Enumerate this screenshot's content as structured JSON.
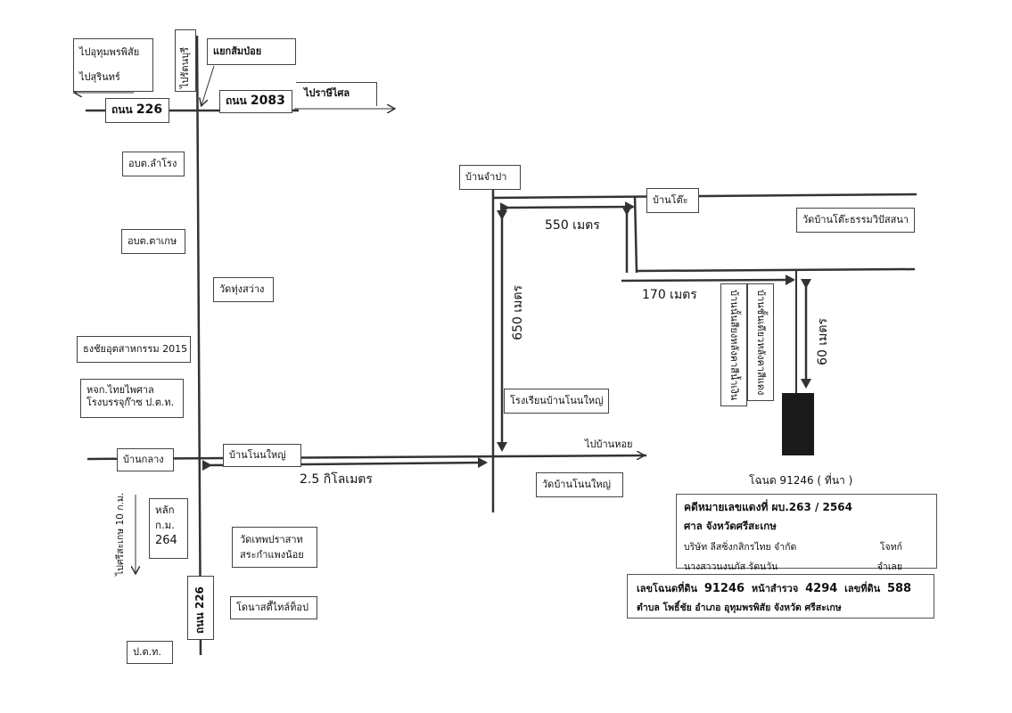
{
  "map": {
    "labels": {
      "to_uthumphon": "ไปอุทุมพรพิสัย",
      "to_surin": "ไปสุรินทร์",
      "to_rattanaburi": "ไปรัตนบุรี",
      "sam_poi": "แยกส้มป่อย",
      "to_rasi_salai": "ไปราษีไศล",
      "road_226_top_prefix": "ถนน",
      "road_226_top_num": "226",
      "road_2083_prefix": "ถนน",
      "road_2083_num": "2083",
      "obt_lamrong": "อบต.ลำโรง",
      "obt_takeh": "อบต.ตาเกษ",
      "wat_thung_sawang": "วัดทุ่งสว่าง",
      "bank": "ธงชัยอุตสาหกรรม 2015",
      "thai_paisan_1": "หจก.ไทยไพศาล",
      "thai_paisan_2": "โรงบรรจุก๊าซ ป.ต.ท.",
      "ban_klang": "บ้านกลาง",
      "ban_nonyai": "บ้านโนนใหญ่",
      "to_si_sa_ket": "ไปศรีสะเกษ 10 ก.ม.",
      "km_1": "หลัก",
      "km_2": "ก.ม.",
      "km_3": "264",
      "wat_thep_1": "วัดเทพปราสาท",
      "wat_thep_2": "สระกำแพงน้อย",
      "road_226_bottom": "ถนน 226",
      "tile_shop": "โดนาสตี้ไทล์ท็อป",
      "ptt": "ป.ต.ท.",
      "ban_champa": "บ้านจำปา",
      "ban_to": "บ้านโต๊ะ",
      "wat_ban_to": "วัดบ้านโต๊ะธรรมวิปัสสนา",
      "school": "โรงเรียนบ้านโนนใหญ่",
      "to_ban_hoi": "ไปบ้านหอย",
      "wat_nonyai": "วัดบ้านโนนใหญ่",
      "plot_left_text": "บ้านนั้นสียงหลังคาสีน้ำเงิน",
      "plot_right_text": "บ้านชั้นเดียวหลังคาสีแดง",
      "deed_caption": "โฉนด 91246 ( ที่นา )"
    },
    "distances": {
      "d550": "550 เมตร",
      "d650": "650 เมตร",
      "d170": "170 เมตร",
      "d60": "60 เมตร",
      "d25": "2.5  กิโลเมตร"
    },
    "info_box": {
      "case_line": "คดีหมายเลขแดงที่ ผบ.263 / 2564",
      "court": "ศาล จังหวัดศรีสะเกษ",
      "plaintiff_name": "บริษัท ลีสซิ่งกสิกรไทย จำกัด",
      "plaintiff_role": "โจทก์",
      "defendant_name": "นางสาวนงนภัส รัตนวัน",
      "defendant_role": "จำเลย"
    },
    "deed_box": {
      "line1_a": "เลขโฉนดที่ดิน",
      "line1_b": "91246",
      "line1_c": "หน้าสำรวจ",
      "line1_d": "4294",
      "line1_e": "เลขที่ดิน",
      "line1_f": "588",
      "line2": "ตำบล  โพธิ์ชัย  อำเภอ  อุทุมพรพิสัย  จังหวัด  ศรีสะเกษ"
    },
    "colors": {
      "line": "#333333",
      "plot": "#1a1a1a"
    }
  }
}
